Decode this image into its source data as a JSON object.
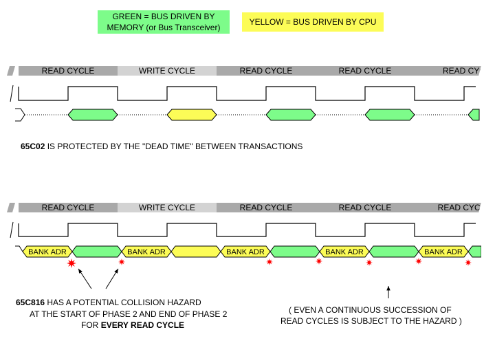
{
  "legend": {
    "green_line1": "GREEN = BUS DRIVEN BY",
    "green_line2": "MEMORY (or Bus Transceiver)",
    "yellow": "YELLOW = BUS DRIVEN BY CPU"
  },
  "colors": {
    "green": "#7dfc8a",
    "yellow": "#fcfc57",
    "cycle_bar": "#a9a9a9",
    "cycle_bar_light": "#d3d3d3",
    "hazard": "#ff0000"
  },
  "top_diagram": {
    "cycles": [
      "READ CYCLE",
      "WRITE CYCLE",
      "READ CYCLE",
      "READ CYCLE",
      "READ CYC"
    ],
    "caption_bold": "65C02",
    "caption_rest": "IS PROTECTED BY THE \"DEAD TIME\" BETWEEN TRANSACTIONS"
  },
  "bottom_diagram": {
    "cycles": [
      "READ CYCLE",
      "WRITE CYCLE",
      "READ CYCLE",
      "READ CYCLE",
      "READ CYCLE"
    ],
    "bank_labels": [
      "BANK ADR",
      "BANK ADR",
      "BANK ADR",
      "BANK ADR",
      "BANK ADR"
    ],
    "caption_bold": "65C816",
    "caption_line1": "HAS A POTENTIAL COLLISION HAZARD",
    "caption_line2": "AT THE START OF PHASE 2 AND END OF PHASE 2",
    "caption_line3_prefix": "FOR",
    "caption_line3_bold": "EVERY READ CYCLE",
    "note_line1": "( EVEN A CONTINUOUS SUCCESSION OF",
    "note_line2": "READ CYCLES IS SUBJECT TO THE HAZARD )"
  }
}
